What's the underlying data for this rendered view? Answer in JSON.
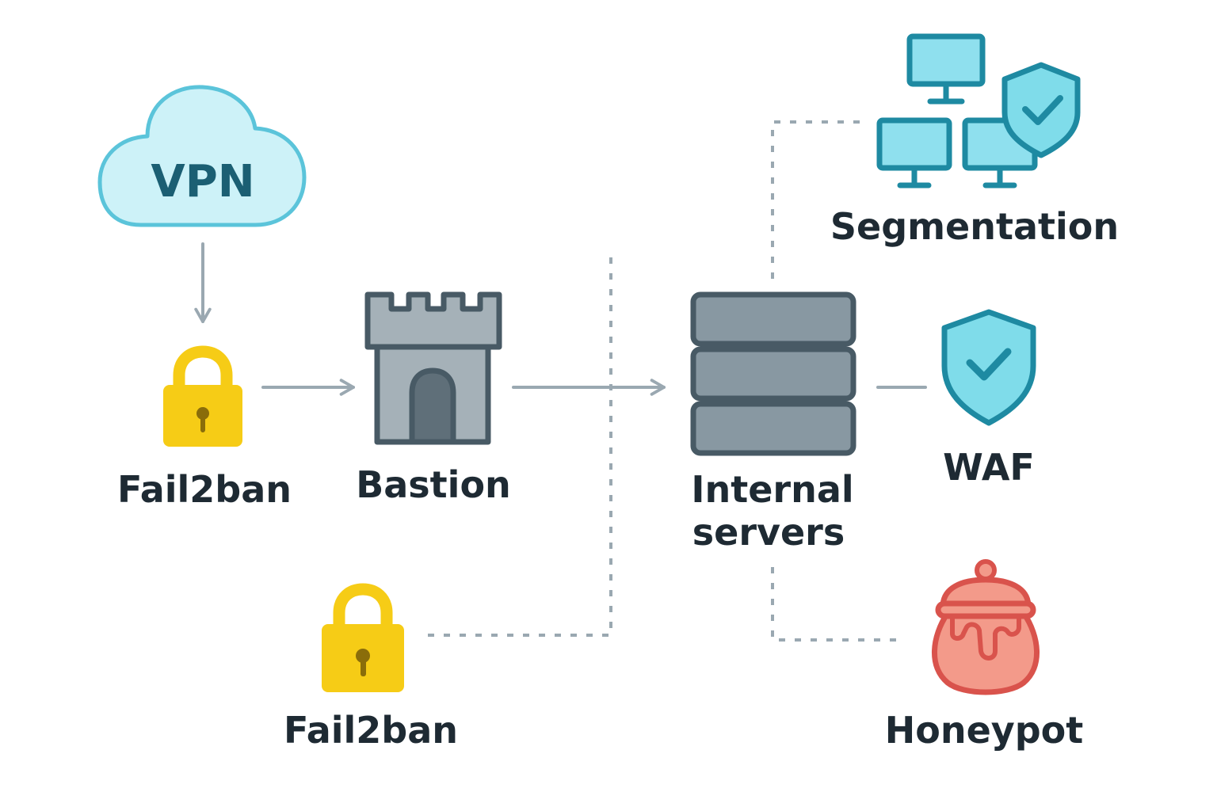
{
  "colors": {
    "connector": "#9aa8b1",
    "label": "#1e2a33",
    "cloud_fill": "#cdf2f8",
    "cloud_stroke": "#5bc4da",
    "vpn_text": "#1b5f73",
    "lock_body": "#f6cc16",
    "lock_hole": "#8a6d0a",
    "stone_fill": "#a5b1b8",
    "stone_stroke": "#485a65",
    "door_fill": "#5f6f79",
    "server_fill": "#8898a2",
    "teal_stroke": "#1e8aa2",
    "monitor_fill": "#8fe0ee",
    "shield_fill": "#7fdcea",
    "pot_fill": "#f39a8a",
    "pot_stroke": "#d9534c"
  },
  "nodes": {
    "vpn": {
      "label": "VPN",
      "icon": "cloud-icon"
    },
    "fail2ban_top": {
      "label": "Fail2ban",
      "icon": "padlock-icon"
    },
    "bastion": {
      "label": "Bastion",
      "icon": "castle-tower-icon"
    },
    "internal_servers": {
      "label_line1": "Internal",
      "label_line2": "servers",
      "icon": "server-stack-icon"
    },
    "segmentation": {
      "label": "Segmentation",
      "icon": "networked-monitors-shield-icon"
    },
    "waf": {
      "label": "WAF",
      "icon": "shield-check-icon"
    },
    "fail2ban_bottom": {
      "label": "Fail2ban",
      "icon": "padlock-icon"
    },
    "honeypot": {
      "label": "Honeypot",
      "icon": "honey-pot-icon"
    }
  },
  "edges": [
    {
      "from": "vpn",
      "to": "fail2ban_top",
      "style": "arrow"
    },
    {
      "from": "fail2ban_top",
      "to": "bastion",
      "style": "arrow"
    },
    {
      "from": "bastion",
      "to": "internal_servers",
      "style": "arrow"
    },
    {
      "from": "internal_servers",
      "to": "waf",
      "style": "line"
    },
    {
      "from": "internal_servers",
      "to": "segmentation",
      "style": "dashed"
    },
    {
      "from": "internal_servers",
      "to": "honeypot",
      "style": "dashed"
    },
    {
      "from": "fail2ban_bottom",
      "to": "bastion-to-internal-servers link",
      "style": "dashed"
    }
  ]
}
